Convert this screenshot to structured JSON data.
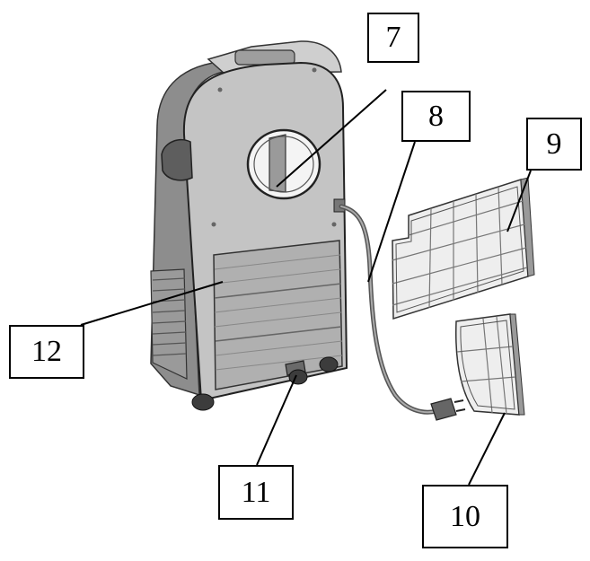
{
  "figure": {
    "background": "#ffffff",
    "line_color": "#000000",
    "unit_fill": "#b9b9b9",
    "unit_shadow": "#7a7a7a",
    "filter_fill": "#eeeeee",
    "filter_grid": "#777777"
  },
  "callouts": {
    "c7": "7",
    "c8": "8",
    "c9": "9",
    "c10": "10",
    "c11": "11",
    "c12": "12"
  },
  "parts": {
    "unit": "portable-air-conditioner-unit",
    "exhaust_outlet": "exhaust-outlet-icon",
    "power_cord": "power-cord-icon",
    "upper_filter": "upper-air-filter-icon",
    "lower_filter": "lower-air-filter-icon",
    "drain_outlet": "drain-outlet-icon",
    "lower_grille": "lower-grille-icon"
  }
}
